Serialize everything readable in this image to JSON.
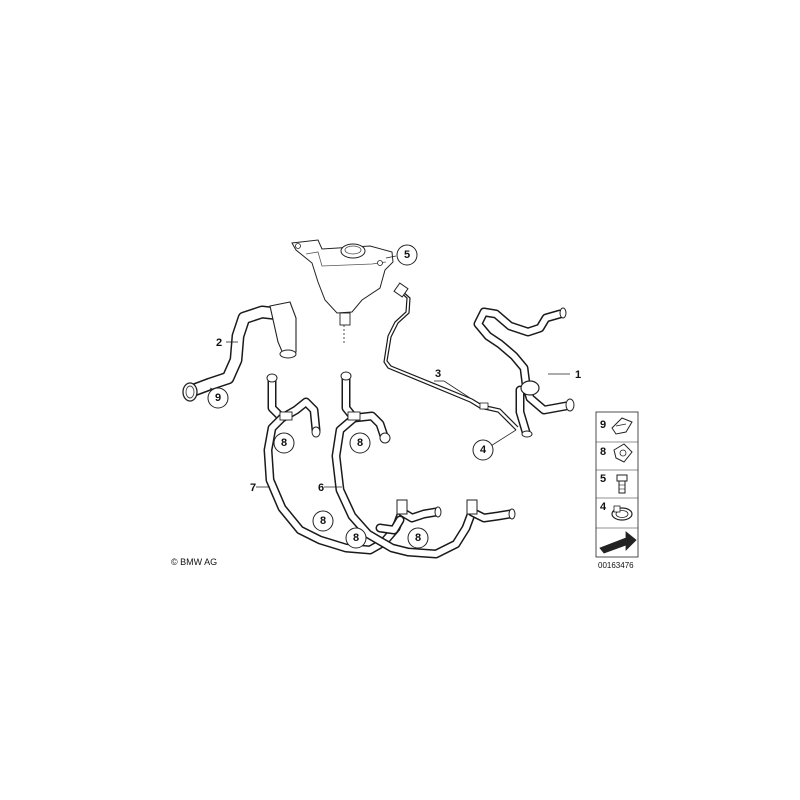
{
  "callouts": {
    "p1": "1",
    "p2": "2",
    "p3": "3",
    "p4": "4",
    "p5": "5",
    "p6": "6",
    "p7": "7",
    "p8": "8",
    "p9": "9"
  },
  "legend": {
    "items": [
      "9",
      "8",
      "5",
      "4"
    ]
  },
  "copyright": "© BMW AG",
  "doc_number": "00163476"
}
